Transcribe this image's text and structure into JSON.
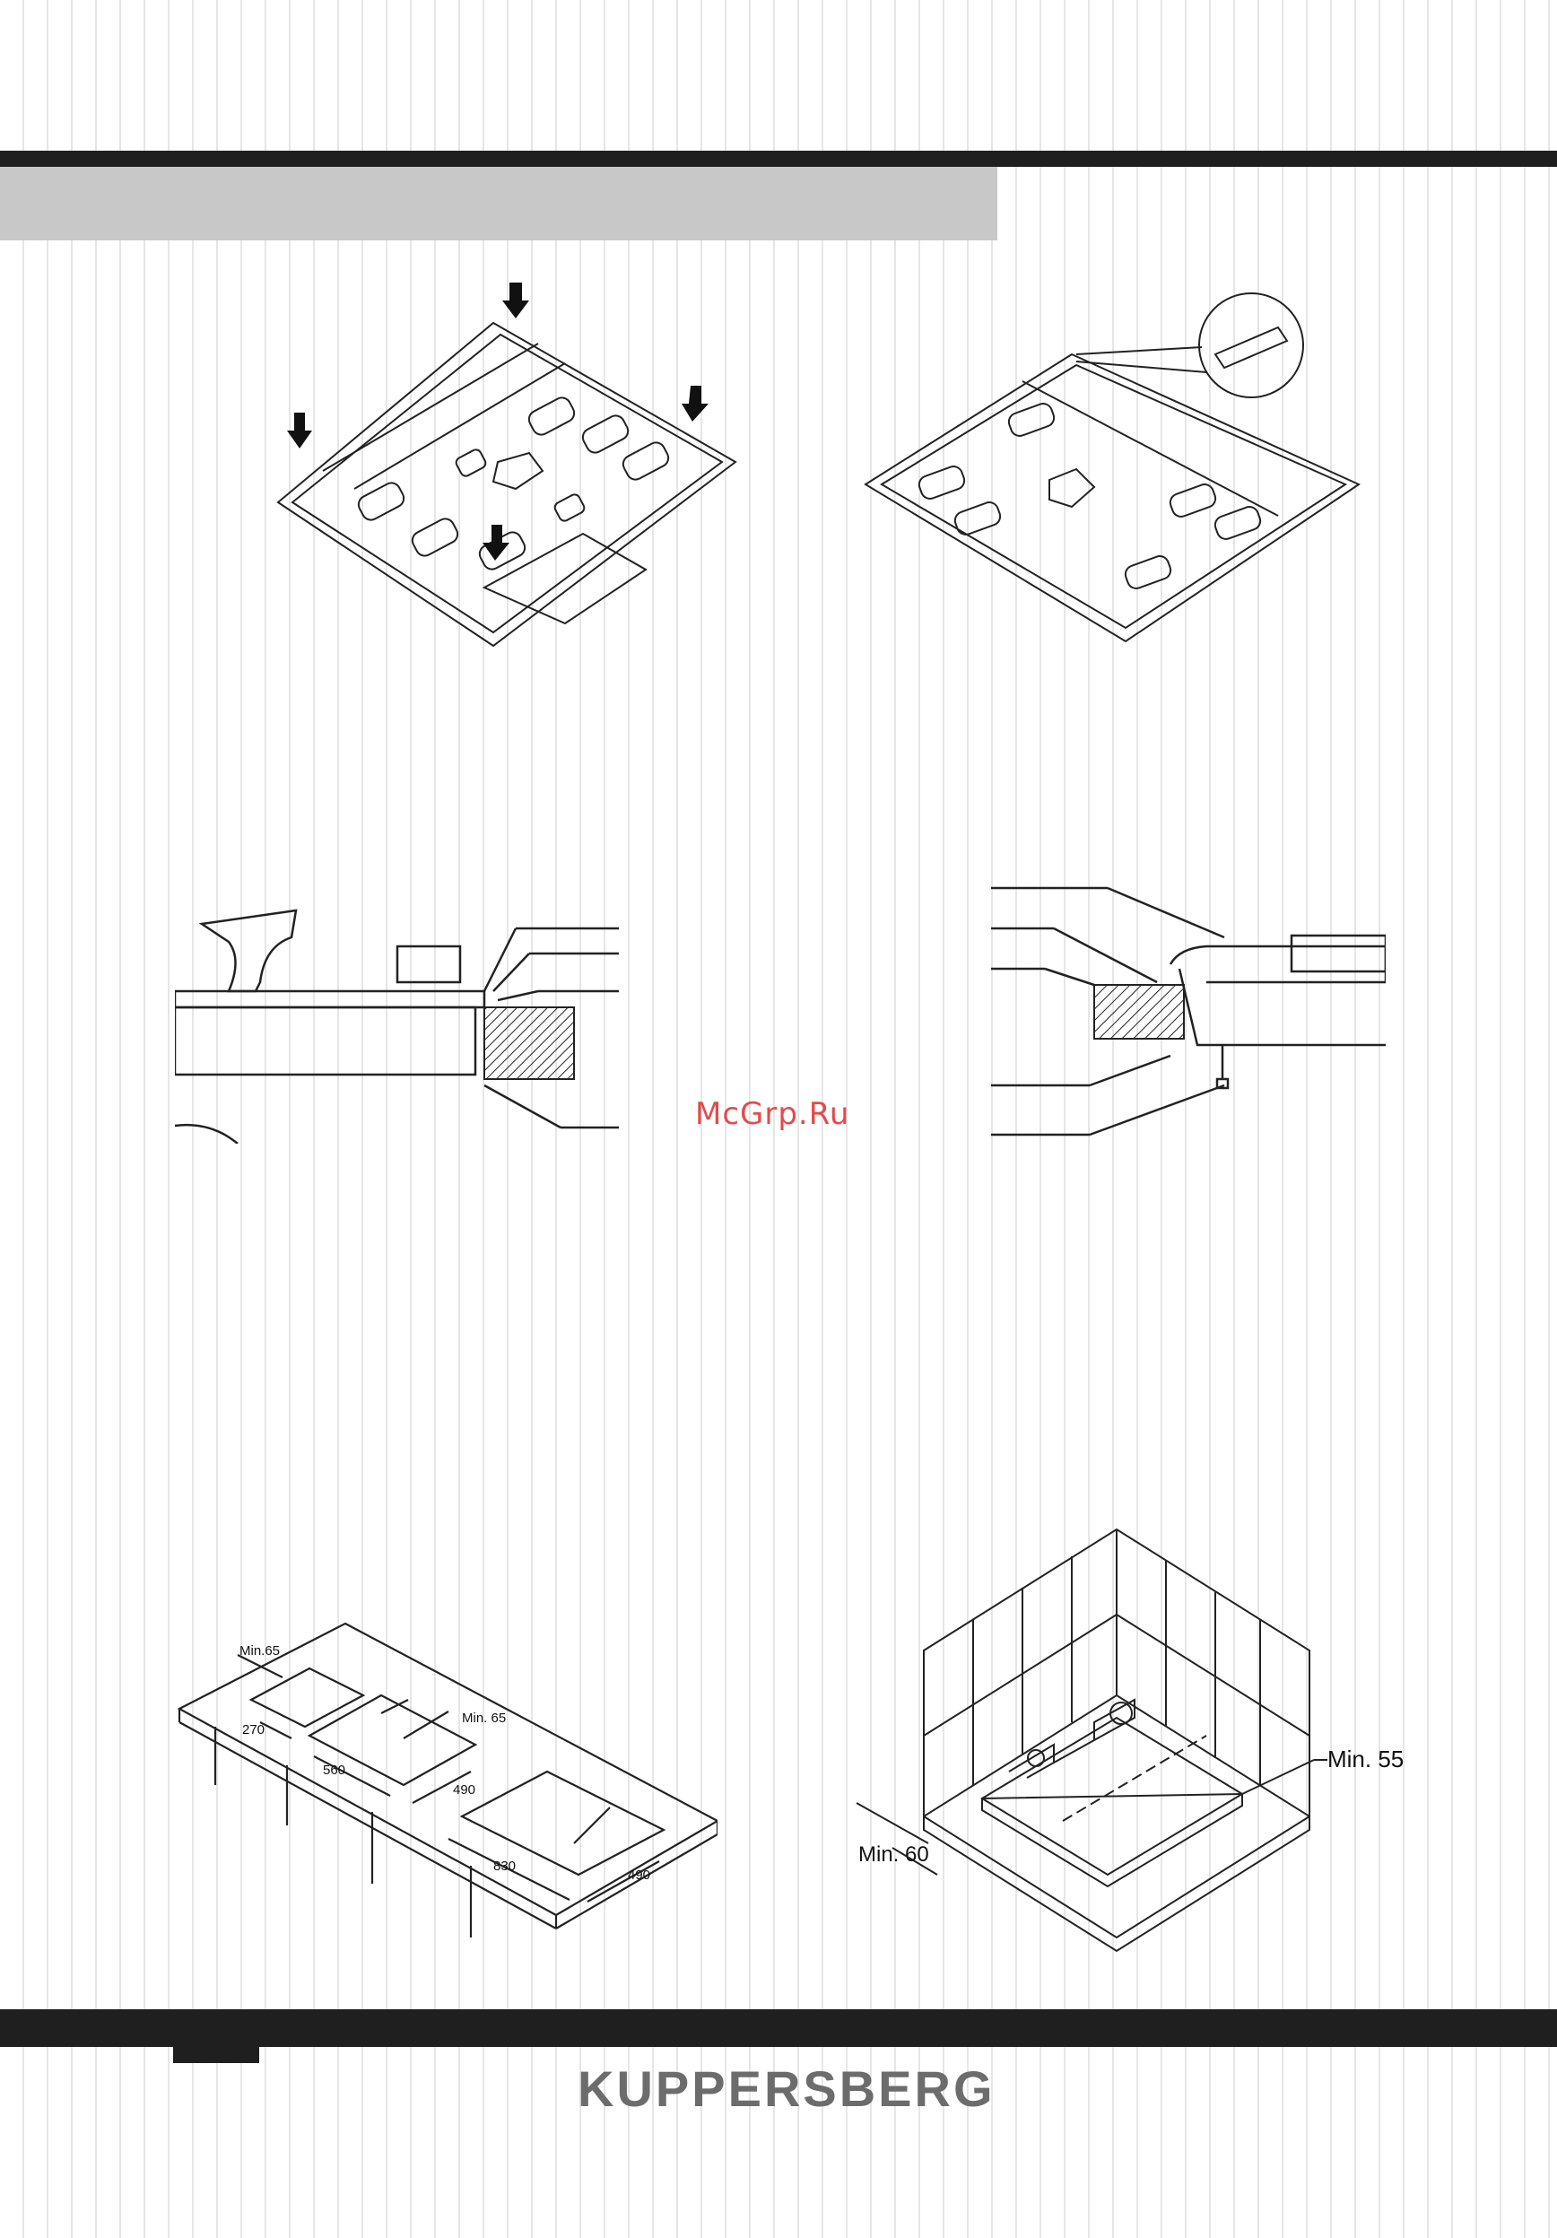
{
  "figures": {
    "cutout": {
      "label_min65_left": "Min.65",
      "label_min65_mid": "Min. 65",
      "w270": "270",
      "w560": "560",
      "d490_mid": "490",
      "w830": "830",
      "d490_right": "490"
    },
    "clearance": {
      "label_min55": "Min. 55",
      "label_min60": "Min. 60"
    }
  },
  "watermark": "McGrp.Ru",
  "footer": {
    "brand": "KUPPERSBERG"
  },
  "colors": {
    "bars": "#1f1f1f",
    "title_band": "#c8c8c8",
    "watermark": "#e34b4b",
    "brand": "#6c6c6c"
  }
}
